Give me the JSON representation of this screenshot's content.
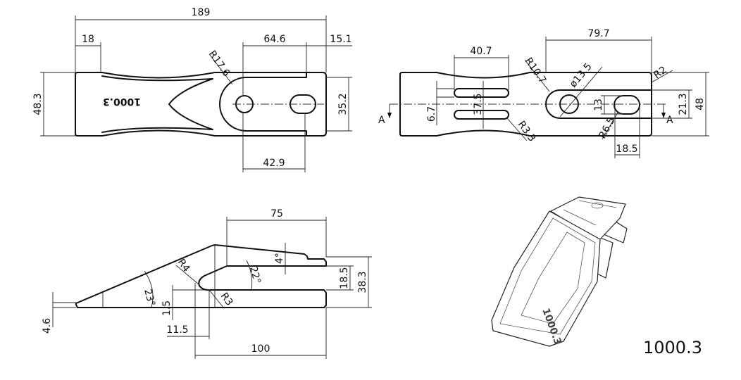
{
  "drawing": {
    "part_number": "1000.3",
    "part_marking": "1000.3",
    "top_view": {
      "dims": {
        "overall_length": "189",
        "left_flat": "18",
        "slot_length": "64.6",
        "slot_end_offset": "15.1",
        "height": "48.3",
        "slot_width": "35.2",
        "hole_spacing": "42.9",
        "radius": "R17.6"
      }
    },
    "bottom_view": {
      "dims": {
        "slot_span": "79.7",
        "groove_length": "40.7",
        "slot_radius": "R10.7",
        "hole_diameter": "ø13.5",
        "corner_radius": "R2",
        "groove_spacing": "6.7",
        "groove_span": "37.5",
        "groove_radius": "R3.3",
        "oblong_height": "13",
        "slot_width": "21.3",
        "height": "48",
        "oblong_radius": "R6.5",
        "oblong_length": "18.5"
      },
      "section_labels": [
        "A",
        "A"
      ]
    },
    "side_view": {
      "dims": {
        "top_length": "75",
        "step_angle": "4°",
        "inner_angle": "22°",
        "front_angle": "23°",
        "cavity_height": "18.5",
        "overall_height": "38.3",
        "inner_radius": "R4",
        "lower_radius": "R3",
        "lip": "1.5",
        "tip": "4.6",
        "offset": "11.5",
        "cavity_length": "100"
      }
    }
  }
}
